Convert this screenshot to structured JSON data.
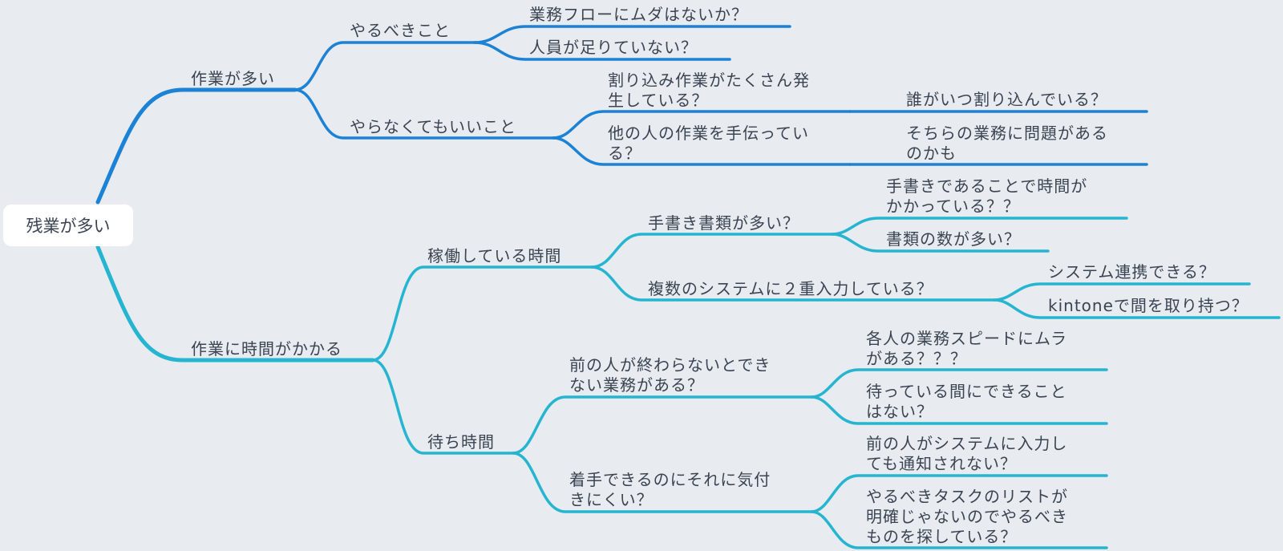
{
  "colors": {
    "background": "#e8ebef",
    "branch_overtime_workload": "#1b82d6",
    "branch_time_consuming": "#26b5d1",
    "text": "#3a4452",
    "root_fill": "#ffffff"
  },
  "root": "残業が多い",
  "branches": {
    "workload": {
      "label": "作業が多い",
      "should_do": {
        "label": "やるべきこと",
        "items": [
          "業務フローにムダはないか？",
          "人員が足りていない？"
        ]
      },
      "need_not_do": {
        "label": "やらなくてもいいこと",
        "interrupt": {
          "label": "割り込み作業がたくさん発\n生している？",
          "child": "誰がいつ割り込んでいる？"
        },
        "helping": {
          "label": "他の人の作業を手伝ってい\nる？",
          "child": "そちらの業務に問題がある\nのかも"
        }
      }
    },
    "time": {
      "label": "作業に時間がかかる",
      "working": {
        "label": "稼働している時間",
        "handwritten": {
          "label": "手書き書類が多い？",
          "items": [
            "手書きであることで時間が\nかかっている？？",
            "書類の数が多い？"
          ]
        },
        "double_entry": {
          "label": "複数のシステムに２重入力している？",
          "items": [
            "システム連携できる？",
            "kintoneで間を取り持つ？"
          ]
        }
      },
      "waiting": {
        "label": "待ち時間",
        "dependency": {
          "label": "前の人が終わらないとでき\nない業務がある？",
          "items": [
            "各人の業務スピードにムラ\nがある？？？",
            "待っている間にできること\nはない？"
          ]
        },
        "unnoticed": {
          "label": "着手できるのにそれに気付\nきにくい？",
          "items": [
            "前の人がシステムに入力し\nても通知されない？",
            "やるべきタスクのリストが\n明確じゃないのでやるべき\nものを探している？"
          ]
        }
      }
    }
  }
}
